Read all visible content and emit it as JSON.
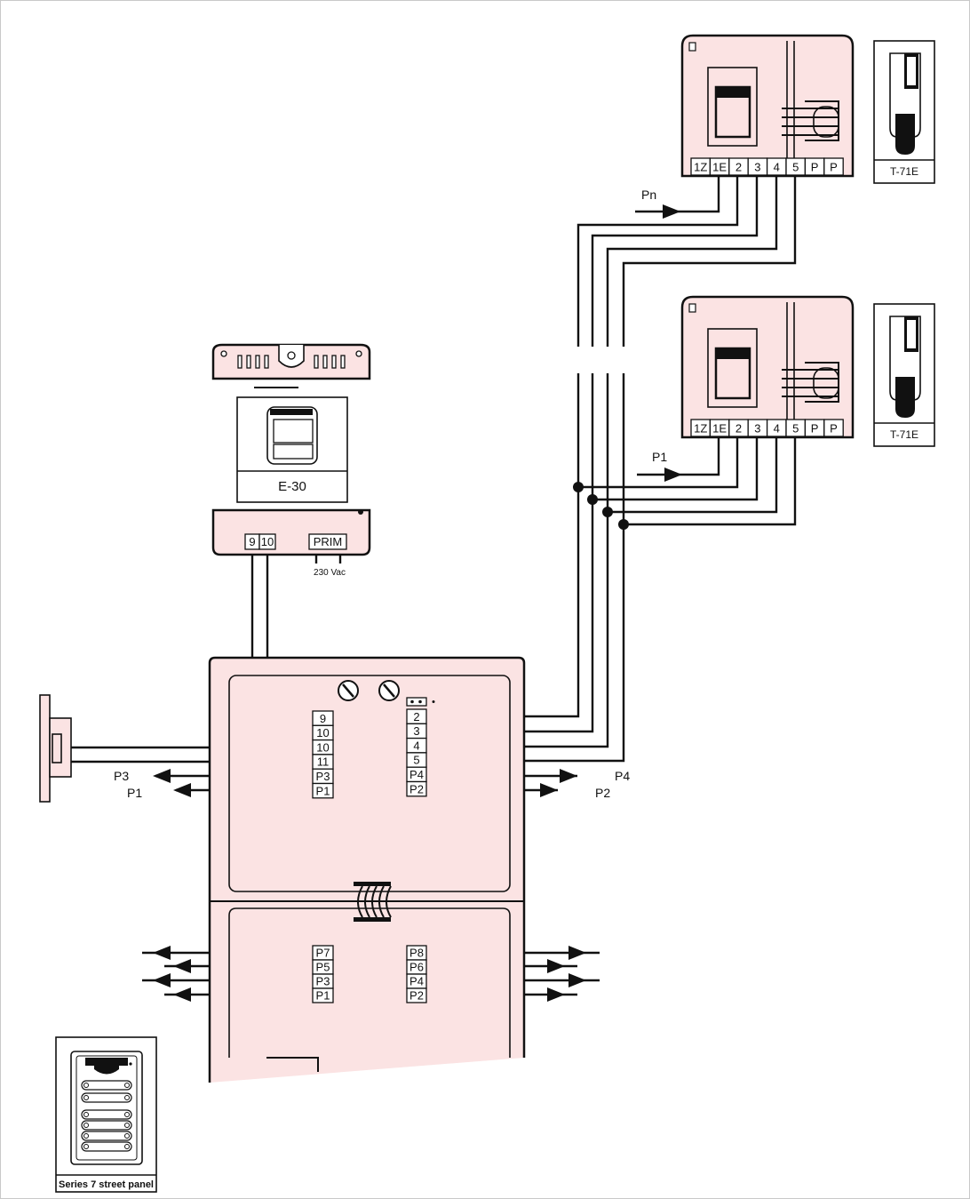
{
  "monitors": {
    "top_terminals": [
      "1Z",
      "1E",
      "2",
      "3",
      "4",
      "5",
      "P",
      "P"
    ],
    "bottom_terminals": [
      "1Z",
      "1E",
      "2",
      "3",
      "4",
      "5",
      "P",
      "P"
    ],
    "top_call_label": "Pn",
    "bottom_call_label": "P1"
  },
  "handsets": {
    "top_label": "T-71E",
    "bottom_label": "T-71E"
  },
  "power_supply": {
    "name": "E-30",
    "terminals": [
      "9",
      "10"
    ],
    "prim_label": "PRIM",
    "voltage_label": "230 Vac"
  },
  "street_panel": {
    "left_terminals": [
      "9",
      "10",
      "10",
      "11",
      "P3",
      "P1"
    ],
    "right_terminals": [
      "2",
      "3",
      "4",
      "5",
      "P4",
      "P2"
    ],
    "lower_left_terminals": [
      "P7",
      "P5",
      "P3",
      "P1"
    ],
    "lower_right_terminals": [
      "P8",
      "P6",
      "P4",
      "P2"
    ],
    "call_labels": {
      "left_upper": "P3",
      "left_lower": "P1",
      "right_upper": "P4",
      "right_lower": "P2"
    }
  },
  "panel_caption": "Series 7 street panel"
}
